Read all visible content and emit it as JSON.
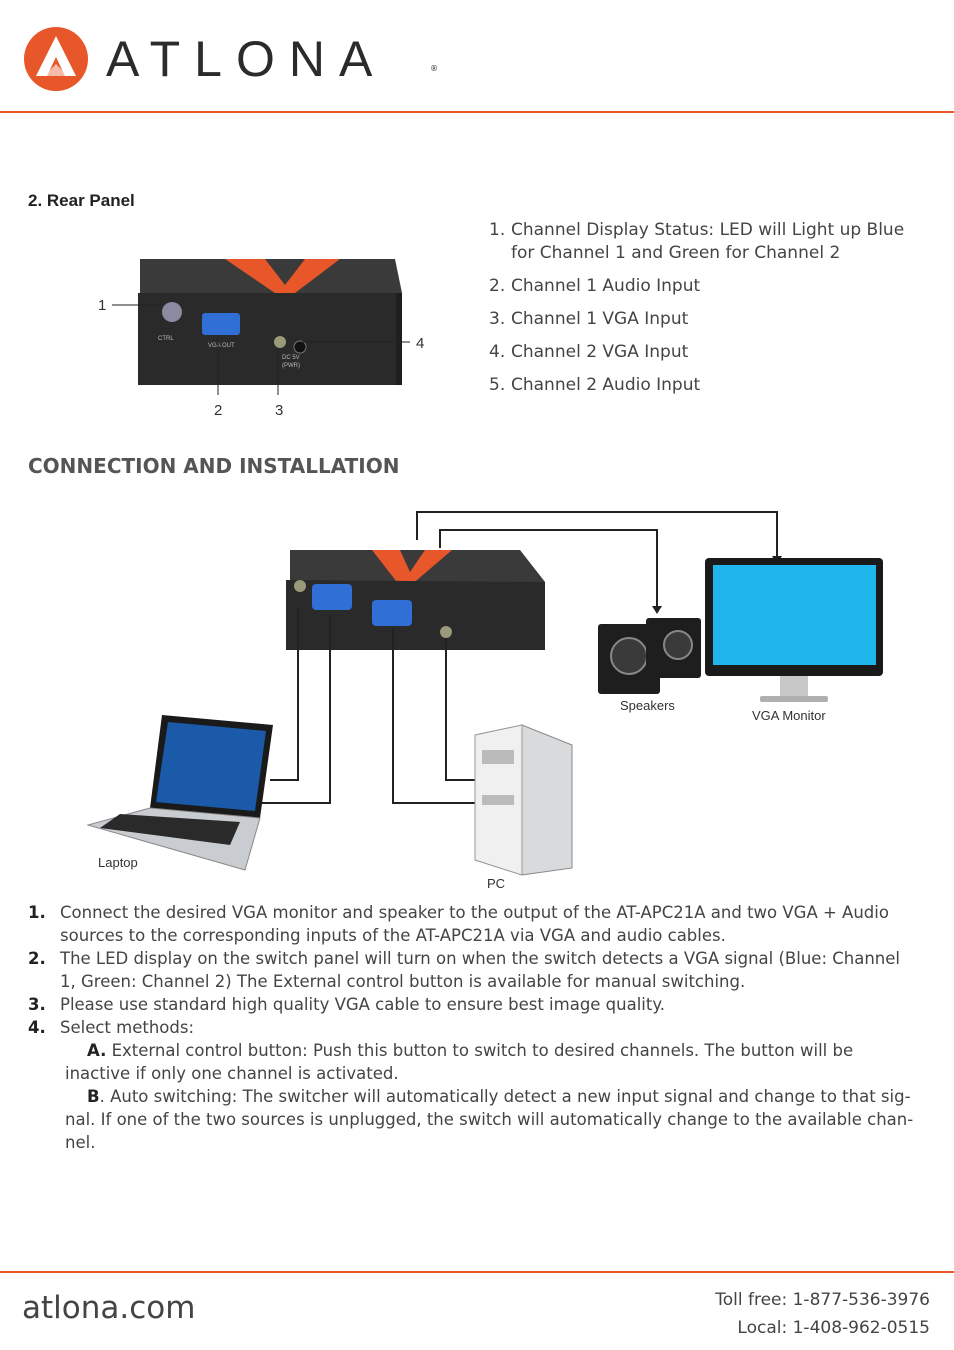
{
  "brand": {
    "name": "ATLONA",
    "reg": "®"
  },
  "rear_panel": {
    "heading": "2. Rear Panel",
    "callouts": [
      "1",
      "2",
      "3",
      "4"
    ],
    "panel_labels": [
      "CTRL",
      "VGA OUT",
      "DC 5V",
      "(PWR)"
    ],
    "features": [
      {
        "num": "1.",
        "text": "Channel Display Status: LED will Light up Blue for Channel 1 and  Green for Channel 2"
      },
      {
        "num": "2.",
        "text": "Channel 1 Audio Input"
      },
      {
        "num": "3.",
        "text": "Channel 1 VGA Input"
      },
      {
        "num": "4.",
        "text": "Channel 2 VGA Input"
      },
      {
        "num": "5.",
        "text": "Channel 2 Audio Input"
      }
    ]
  },
  "connection": {
    "heading": "CONNECTION AND INSTALLATION",
    "labels": {
      "speakers": "Speakers",
      "monitor": "VGA Monitor",
      "laptop": "Laptop",
      "pc": "PC"
    }
  },
  "steps": [
    {
      "num": "1.",
      "text": "Connect the desired VGA monitor and speaker to the output of the AT-APC21A and two VGA + Audio sources to the corresponding inputs of the AT-APC21A via VGA and audio cables."
    },
    {
      "num": "2.",
      "text": "The LED display on the switch panel will turn on when the switch detects a VGA signal (Blue: Channel 1, Green: Channel 2) The External control button is available for manual switching."
    },
    {
      "num": "3.",
      "text": "Please use standard high quality VGA cable to ensure best image quality."
    },
    {
      "num": "4.",
      "text": "Select methods:"
    }
  ],
  "methods": [
    {
      "label": "A.",
      "text": " External control button: Push this button to switch to desired channels. The button will be inactive if only one channel is activated."
    },
    {
      "label": "B",
      "text": ". Auto switching: The switcher will automatically detect a new input signal and change to that sig-nal. If one of the two sources is unplugged, the switch will automatically change to the available chan-nel."
    }
  ],
  "footer": {
    "site": "atlona.com",
    "toll_free": "Toll free: 1-877-536-3976",
    "local": "Local: 1-408-962-0515"
  },
  "colors": {
    "accent": "#e8572a",
    "device_body": "#2e2e2e",
    "vga_blue": "#2f6fd6"
  }
}
